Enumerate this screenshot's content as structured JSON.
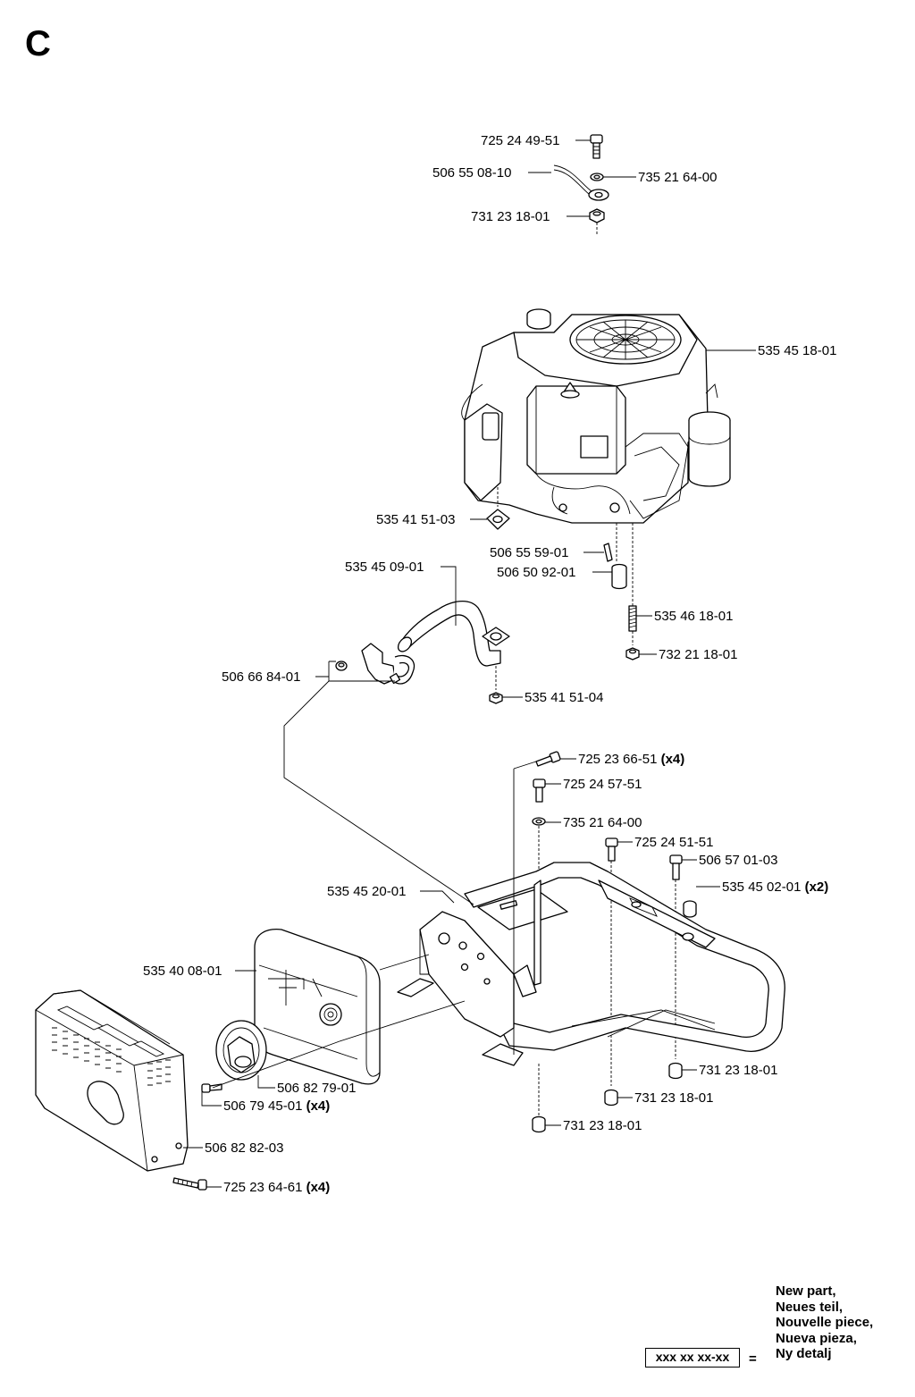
{
  "section_letter": "C",
  "labels": [
    {
      "id": "bolt-top",
      "number": "725 24 49-51",
      "qty": ""
    },
    {
      "id": "cable",
      "number": "506 55 08-10",
      "qty": ""
    },
    {
      "id": "washer-top",
      "number": "735 21 64-00",
      "qty": ""
    },
    {
      "id": "nut-top",
      "number": "731 23 18-01",
      "qty": ""
    },
    {
      "id": "engine",
      "number": "535 45 18-01",
      "qty": ""
    },
    {
      "id": "gasket-1",
      "number": "535 41 51-03",
      "qty": ""
    },
    {
      "id": "pin",
      "number": "506 55 59-01",
      "qty": ""
    },
    {
      "id": "exhaust-pipe",
      "number": "535 45 09-01",
      "qty": ""
    },
    {
      "id": "spacer",
      "number": "506 50 92-01",
      "qty": ""
    },
    {
      "id": "stud",
      "number": "535 46 18-01",
      "qty": ""
    },
    {
      "id": "clamp",
      "number": "506 66 84-01",
      "qty": ""
    },
    {
      "id": "nut-stud",
      "number": "732 21 18-01",
      "qty": ""
    },
    {
      "id": "nut-flange",
      "number": "535 41 51-04",
      "qty": ""
    },
    {
      "id": "screw-x4",
      "number": "725 23 66-51",
      "qty": "(x4)"
    },
    {
      "id": "bolt-frame-1",
      "number": "725 24 57-51",
      "qty": ""
    },
    {
      "id": "washer-frame",
      "number": "735 21 64-00",
      "qty": ""
    },
    {
      "id": "bolt-frame-2",
      "number": "725 24 51-51",
      "qty": ""
    },
    {
      "id": "bolt-frame-3",
      "number": "506 57 01-03",
      "qty": ""
    },
    {
      "id": "bracket",
      "number": "535 45 20-01",
      "qty": ""
    },
    {
      "id": "grommet-x2",
      "number": "535 45 02-01",
      "qty": "(x2)"
    },
    {
      "id": "muffler",
      "number": "535 40 08-01",
      "qty": ""
    },
    {
      "id": "nut-frame-1",
      "number": "731 23 18-01",
      "qty": ""
    },
    {
      "id": "nut-frame-2",
      "number": "731 23 18-01",
      "qty": ""
    },
    {
      "id": "deflector",
      "number": "506 82 79-01",
      "qty": ""
    },
    {
      "id": "deflector-screw",
      "number": "506 79 45-01",
      "qty": "(x4)"
    },
    {
      "id": "nut-frame-3",
      "number": "731 23 18-01",
      "qty": ""
    },
    {
      "id": "guard",
      "number": "506 82 82-03",
      "qty": ""
    },
    {
      "id": "guard-screw",
      "number": "725 23 64-61",
      "qty": "(x4)"
    }
  ],
  "legend": {
    "lines": [
      "New part,",
      "Neues teil,",
      "Nouvelle piece,",
      "Nueva pieza,",
      "Ny detalj"
    ],
    "box_text": "xxx xx xx-xx",
    "equals": "="
  }
}
